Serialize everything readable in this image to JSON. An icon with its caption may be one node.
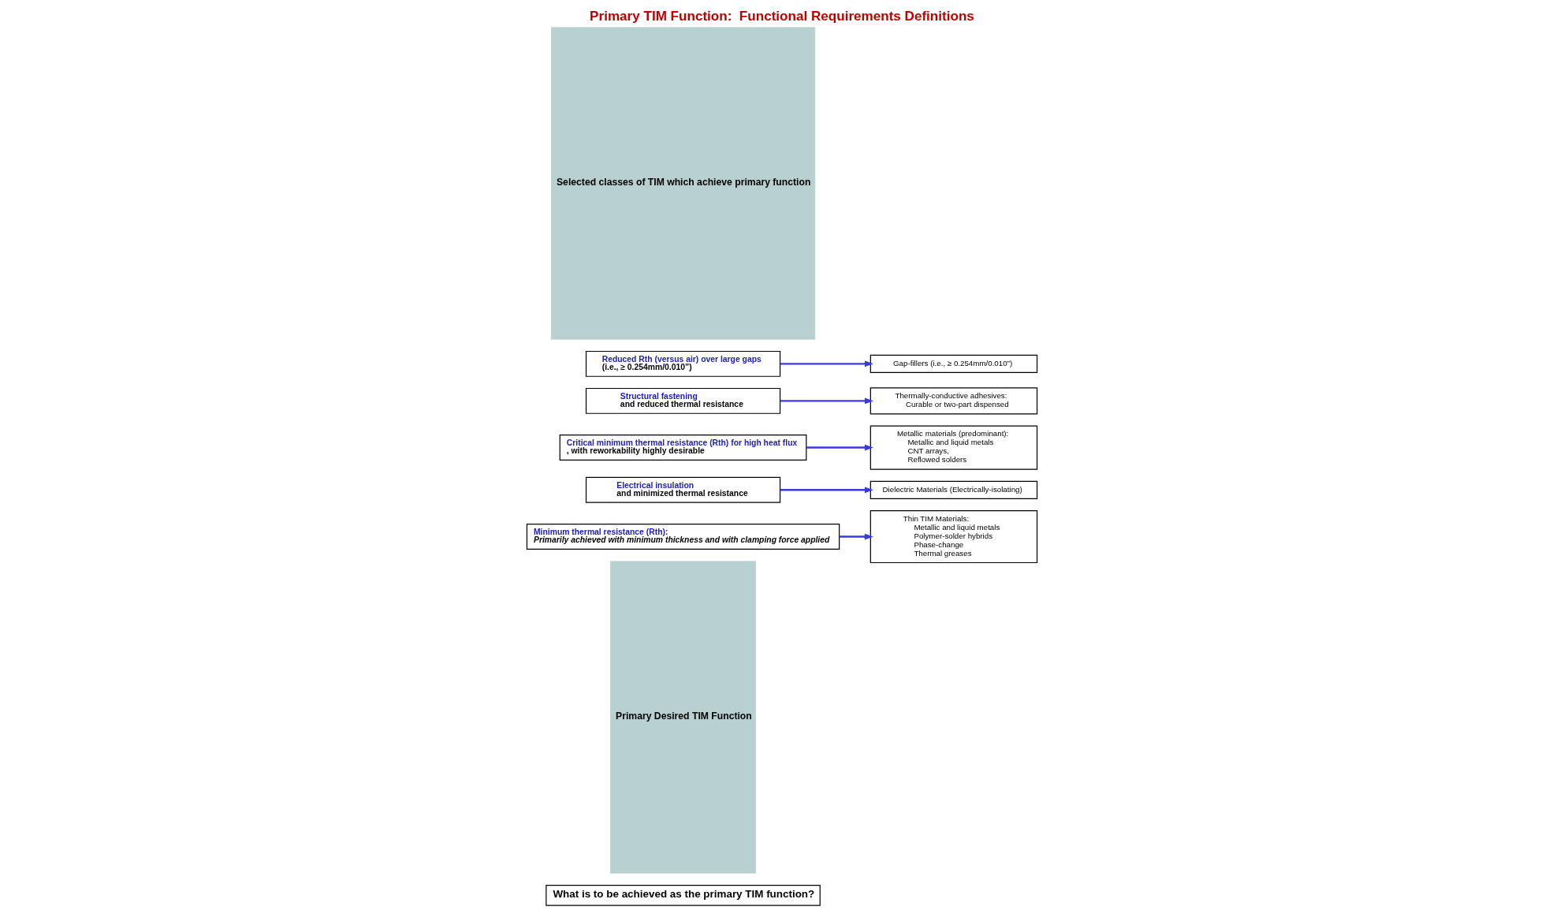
{
  "diagram": {
    "title": "Primary TIM Function:  Functional Requirements Definitions",
    "nodes": [
      {
        "text": [
          "What is to be achieved as the primary TIM function?"
        ]
      },
      {
        "text": [
          "Primary Desired TIM Function"
        ]
      },
      {
        "text": [
          "Minimum thermal resistance (Rth):",
          "Primarily achieved with minimum thickness and with clamping force applied"
        ]
      },
      {
        "text": [
          "Thin TIM Materials:",
          "Metallic and liquid metals",
          "Polymer-solder hybrids",
          "Phase-change",
          "Thermal greases"
        ]
      },
      {
        "text": [
          "Electrical insulation",
          "and minimized thermal resistance"
        ]
      },
      {
        "text": [
          "Dielectric Materials (Electrically-isolating)"
        ]
      },
      {
        "text": [
          "Critical minimum thermal resistance (Rth) for high heat flux",
          ", with reworkability highly desirable"
        ]
      },
      {
        "text": [
          "Metallic materials (predominant):",
          "Metallic and liquid metals",
          "CNT arrays,",
          "Reflowed solders"
        ]
      },
      {
        "text": [
          "Structural fastening",
          "and reduced thermal resistance"
        ]
      },
      {
        "text": [
          "Thermally-conductive adhesives:",
          "Curable or two-part dispensed"
        ]
      },
      {
        "text": [
          "Reduced Rth (versus air) over large gaps",
          "(i.e., ≥ 0.254mm/0.010”)"
        ]
      },
      {
        "text": [
          "Gap-fillers (i.e., ≥ 0.254mm/0.010”)"
        ]
      },
      {
        "text": [
          "Selected classes of TIM which achieve primary function"
        ]
      }
    ],
    "edges": [
      {
        "from": 2,
        "to": 3,
        "arrow": "to"
      },
      {
        "from": 4,
        "to": 5,
        "arrow": "to"
      },
      {
        "from": 6,
        "to": 7,
        "arrow": "to"
      },
      {
        "from": 8,
        "to": 9,
        "arrow": "to"
      },
      {
        "from": 10,
        "to": 11,
        "arrow": "to"
      }
    ]
  }
}
